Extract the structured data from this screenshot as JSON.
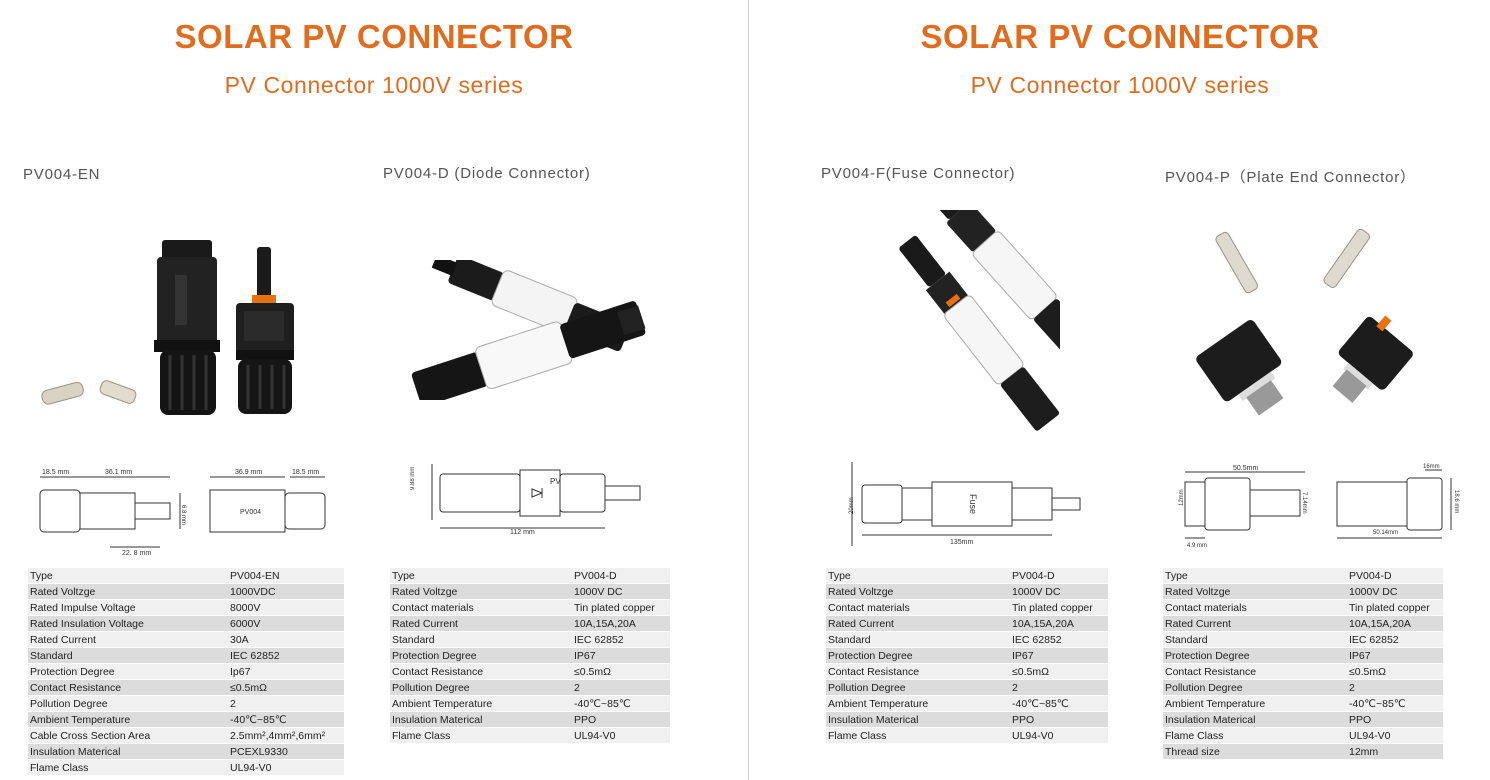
{
  "left_page": {
    "title": "SOLAR PV CONNECTOR",
    "subtitle": "PV Connector 1000V series",
    "products": [
      {
        "name": "PV004-EN",
        "drawing_labels": {
          "d1": "18.5 mm",
          "d2": "36.1 mm",
          "d3": "22. 8 mm",
          "d4": "6.8 mm",
          "d5": "36.9 mm",
          "d6": "18.5 mm",
          "marker": "PV004"
        },
        "specs": [
          [
            "Type",
            "PV004-EN"
          ],
          [
            "Rated Voltzge",
            "1000VDC"
          ],
          [
            "Rated Impulse Voltage",
            "8000V"
          ],
          [
            "Rated Insulation Voltage",
            "6000V"
          ],
          [
            "Rated Current",
            "30A"
          ],
          [
            "Standard",
            "IEC  62852"
          ],
          [
            "Protection Degree",
            "Ip67"
          ],
          [
            "Contact Resistance",
            "≤0.5mΩ"
          ],
          [
            "Pollution Degree",
            "2"
          ],
          [
            "Ambient Temperature",
            "-40℃~85℃"
          ],
          [
            "Cable Cross Section Area",
            "2.5mm²,4mm²,6mm²"
          ],
          [
            "Insulation Materical",
            "PCEXL9330"
          ],
          [
            "Flame Class",
            "UL94-V0"
          ]
        ]
      },
      {
        "name": "PV004-D  (Diode Connector)",
        "drawing_labels": {
          "d1": "9.88 mm",
          "d2": "112 mm",
          "marker": "PV"
        },
        "specs": [
          [
            "Type",
            "PV004-D"
          ],
          [
            "Rated Voltzge",
            "1000V DC"
          ],
          [
            "Contact materials",
            "Tin plated copper"
          ],
          [
            "Rated Current",
            "10A,15A,20A"
          ],
          [
            "Standard",
            "IEC 62852"
          ],
          [
            "Protection Degree",
            "IP67"
          ],
          [
            "Contact Resistance",
            "≤0.5mΩ"
          ],
          [
            "Pollution Degree",
            "2"
          ],
          [
            "Ambient Temperature",
            "-40℃~85℃"
          ],
          [
            "Insulation Materical",
            "PPO"
          ],
          [
            "Flame Class",
            "UL94-V0"
          ]
        ]
      }
    ]
  },
  "right_page": {
    "title": "SOLAR PV CONNECTOR",
    "subtitle": "PV Connector 1000V series",
    "products": [
      {
        "name": "PV004-F(Fuse Connector)",
        "drawing_labels": {
          "d1": "20mm",
          "d2": "135mm",
          "marker": "Fuse"
        },
        "specs": [
          [
            "Type",
            "PV004-D"
          ],
          [
            "Rated Voltzge",
            "1000V DC"
          ],
          [
            "Contact materials",
            "Tin plated copper"
          ],
          [
            "Rated Current",
            "10A,15A,20A"
          ],
          [
            "Standard",
            "IEC 62852"
          ],
          [
            "Protection Degree",
            "IP67"
          ],
          [
            "Contact Resistance",
            "≤0.5mΩ"
          ],
          [
            "Pollution Degree",
            "2"
          ],
          [
            "Ambient Temperature",
            "-40℃~85℃"
          ],
          [
            "Insulation Materical",
            "PPO"
          ],
          [
            "Flame Class",
            "UL94-V0"
          ]
        ]
      },
      {
        "name": "PV004-P（Plate End Connector）",
        "drawing_labels": {
          "d1": "50.5mm",
          "d2": "12mm",
          "d3": "4.9 mm",
          "d4": "7.14mm",
          "d5": "16mm",
          "d6": "18.6 mm",
          "d7": "50.14mm"
        },
        "specs": [
          [
            "Type",
            "PV004-D"
          ],
          [
            "Rated Voltzge",
            "1000V DC"
          ],
          [
            "Contact materials",
            "Tin plated copper"
          ],
          [
            "Rated Current",
            "10A,15A,20A"
          ],
          [
            "Standard",
            "IEC 62852"
          ],
          [
            "Protection Degree",
            "IP67"
          ],
          [
            "Contact Resistance",
            "≤0.5mΩ"
          ],
          [
            "Pollution Degree",
            "2"
          ],
          [
            "Ambient Temperature",
            "-40℃~85℃"
          ],
          [
            "Insulation Materical",
            "PPO"
          ],
          [
            "Flame Class",
            "UL94-V0"
          ],
          [
            "Thread size",
            "12mm"
          ]
        ]
      }
    ]
  }
}
